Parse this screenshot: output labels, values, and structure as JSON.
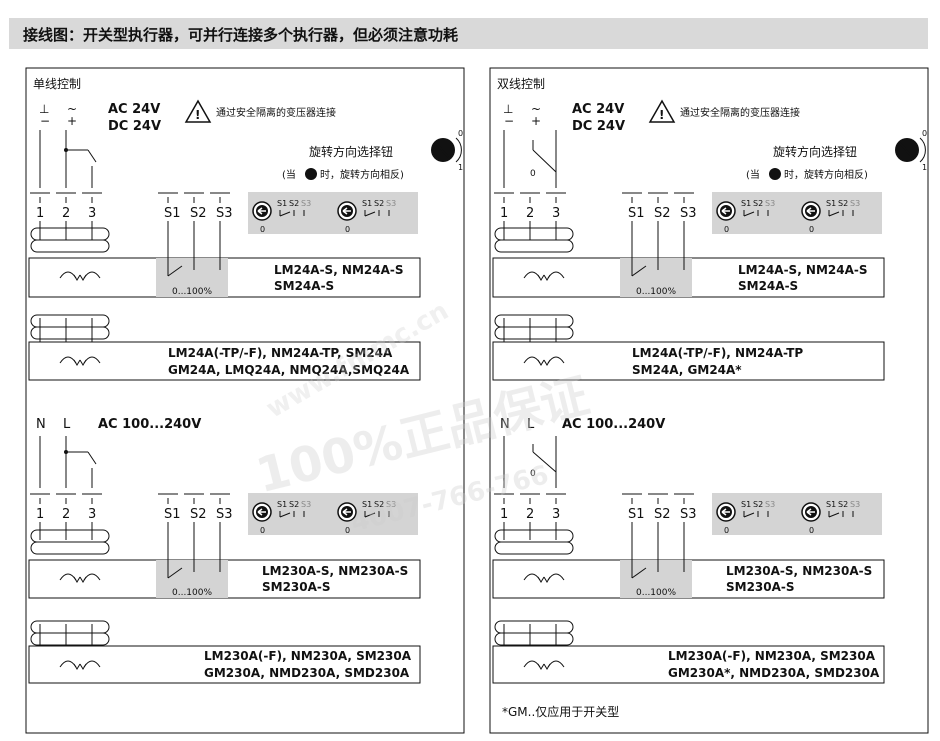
{
  "header": {
    "title": "接线图：开关型执行器，可并行连接多个执行器，但必须注意功耗"
  },
  "left_panel": {
    "title": "单线控制",
    "top_supply": {
      "sym_ground": "⊥",
      "sym_minus": "−",
      "sym_tilde": "~",
      "sym_plus": "+",
      "ac": "AC 24V",
      "dc": "DC 24V"
    },
    "bottom_supply": {
      "n": "N",
      "l": "L",
      "ac": "AC 100...240V"
    },
    "terminals": [
      "1",
      "2",
      "3"
    ],
    "switch_terminals": [
      "S1",
      "S2",
      "S3"
    ],
    "range": "0...100%",
    "zero_label": "0",
    "one_label": "1",
    "boxes": [
      {
        "line1": "LM24A-S, NM24A-S",
        "line2": "SM24A-S"
      },
      {
        "line1": "LM24A(-TP/-F), NM24A-TP, SM24A",
        "line2": "GM24A, LMQ24A, NMQ24A,SMQ24A"
      },
      {
        "line1": "LM230A-S, NM230A-S",
        "line2": "SM230A-S"
      },
      {
        "line1": "LM230A(-F), NM230A, SM230A",
        "line2": "GM230A, NMD230A, SMD230A"
      }
    ]
  },
  "right_panel": {
    "title": "双线控制",
    "top_supply": {
      "sym_ground": "⊥",
      "sym_minus": "−",
      "sym_tilde": "~",
      "sym_plus": "+",
      "ac": "AC 24V",
      "dc": "DC 24V"
    },
    "bottom_supply": {
      "n": "N",
      "l": "L",
      "ac": "AC 100...240V"
    },
    "terminals": [
      "1",
      "2",
      "3"
    ],
    "switch_terminals": [
      "S1",
      "S2",
      "S3"
    ],
    "range": "0...100%",
    "zero_label": "0",
    "one_label": "1",
    "boxes": [
      {
        "line1": "LM24A-S, NM24A-S",
        "line2": "SM24A-S"
      },
      {
        "line1": "LM24A(-TP/-F), NM24A-TP",
        "line2": "SM24A, GM24A*"
      },
      {
        "line1": "LM230A-S, NM230A-S",
        "line2": "SM230A-S"
      },
      {
        "line1": "LM230A(-F), NM230A, SM230A",
        "line2": "GM230A*, NMD230A, SMD230A"
      }
    ],
    "footnote": "*GM..仅应用于开关型"
  },
  "common": {
    "warning": "通过安全隔离的变压器连接",
    "rotation_title": "旋转方向选择钮",
    "rotation_note_prefix": "(当",
    "rotation_note_suffix": "时，旋转方向相反)"
  },
  "watermark": {
    "text1": "100%正品保证",
    "text2": "4007-766-766",
    "text3": "www.fmmc.cn"
  },
  "colors": {
    "header_bg": "#d9d9d9",
    "switch_bg": "#d4d4d4",
    "line": "#111111"
  }
}
